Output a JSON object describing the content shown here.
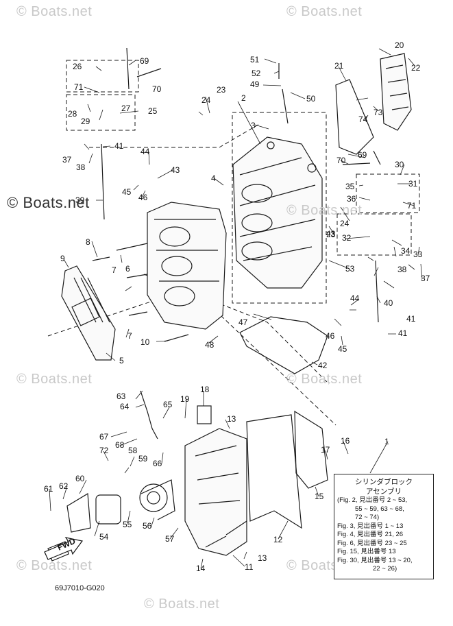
{
  "watermarks": [
    "© Boats.net",
    "© Boats.net",
    "© Boats.net",
    "© Boats.net",
    "© Boats.net",
    "© Boats.net",
    "© Boats.net",
    "© Boats.net",
    "© Boats.net"
  ],
  "callouts": [
    "1",
    "2",
    "3",
    "4",
    "5",
    "6",
    "7",
    "7",
    "8",
    "9",
    "10",
    "11",
    "12",
    "13",
    "13",
    "14",
    "15",
    "16",
    "17",
    "18",
    "19",
    "20",
    "21",
    "22",
    "23",
    "23",
    "24",
    "24",
    "25",
    "26",
    "27",
    "28",
    "29",
    "30",
    "31",
    "32",
    "33",
    "34",
    "35",
    "36",
    "37",
    "37",
    "38",
    "38",
    "39",
    "40",
    "41",
    "41",
    "41",
    "42",
    "43",
    "43",
    "44",
    "44",
    "45",
    "45",
    "46",
    "46",
    "47",
    "48",
    "49",
    "50",
    "51",
    "52",
    "53",
    "54",
    "55",
    "56",
    "57",
    "58",
    "59",
    "60",
    "61",
    "62",
    "63",
    "64",
    "65",
    "66",
    "67",
    "68",
    "69",
    "69",
    "70",
    "70",
    "71",
    "71",
    "72",
    "73",
    "74"
  ],
  "legend": {
    "title": [
      "シリンダブロック",
      "アセンブリ"
    ],
    "lines": [
      "(Fig. 2, 見出番号 2 ~ 53,",
      "55 ~ 59, 63 ~ 68,",
      "72 ~ 74)",
      "Fig. 3, 見出番号  1 ~ 13",
      "Fig. 4, 見出番号 21, 26",
      "Fig. 6, 見出番号 23 ~ 25",
      "Fig. 15, 見出番号  13",
      "Fig. 30, 見出番号 13 ~ 20,",
      "22 ~ 26)"
    ]
  },
  "fwd_label": "FWD",
  "diagram_code": "69J7010-G020"
}
